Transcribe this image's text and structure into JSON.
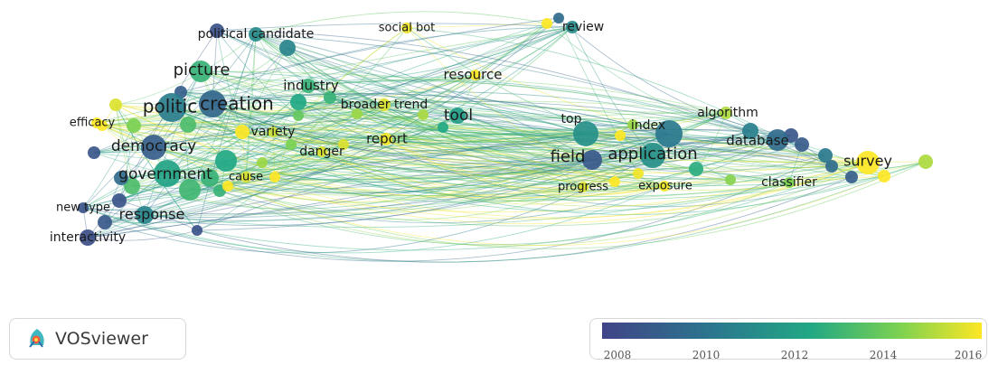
{
  "app": {
    "brand": "VOSviewer"
  },
  "legend": {
    "ticks": [
      "2008",
      "2010",
      "2012",
      "2014",
      "2016"
    ],
    "colors": [
      "#414487",
      "#2a788e",
      "#22a884",
      "#7ad151",
      "#fde725"
    ]
  },
  "network": {
    "nodes": [
      {
        "id": "politic",
        "label": "politic",
        "year": 2010.2
      },
      {
        "id": "creation",
        "label": "creation",
        "year": 2009.3
      },
      {
        "id": "picture",
        "label": "picture",
        "year": 2012.5
      },
      {
        "id": "democracy",
        "label": "democracy",
        "year": 2009.0
      },
      {
        "id": "government",
        "label": "government",
        "year": 2011.8
      },
      {
        "id": "response",
        "label": "response",
        "year": 2010.5
      },
      {
        "id": "political-candidate",
        "label": "political candidate",
        "year": 2010.8
      },
      {
        "id": "social-bot",
        "label": "social bot",
        "year": 2015.8
      },
      {
        "id": "review",
        "label": "review",
        "year": 2010.8
      },
      {
        "id": "resource",
        "label": "resource",
        "year": 2016.0
      },
      {
        "id": "industry",
        "label": "industry",
        "year": 2012.5
      },
      {
        "id": "broader-trend",
        "label": "broader trend",
        "year": 2015.5
      },
      {
        "id": "tool",
        "label": "tool",
        "year": 2011.5
      },
      {
        "id": "efficacy",
        "label": "efficacy",
        "year": 2016.0
      },
      {
        "id": "variety",
        "label": "variety",
        "year": 2015.2
      },
      {
        "id": "danger",
        "label": "danger",
        "year": 2015.5
      },
      {
        "id": "report",
        "label": "report",
        "year": 2015.8
      },
      {
        "id": "cause",
        "label": "cause",
        "year": 2015.5
      },
      {
        "id": "new-type",
        "label": "new type",
        "year": 2008.6
      },
      {
        "id": "interactivity",
        "label": "interactivity",
        "year": 2008.4
      },
      {
        "id": "top",
        "label": "top",
        "year": 2011.0
      },
      {
        "id": "index",
        "label": "index",
        "year": 2010.0
      },
      {
        "id": "algorithm",
        "label": "algorithm",
        "year": 2014.8
      },
      {
        "id": "database",
        "label": "database",
        "year": 2009.5
      },
      {
        "id": "field",
        "label": "field",
        "year": 2008.8
      },
      {
        "id": "application",
        "label": "application",
        "year": 2011.0
      },
      {
        "id": "survey",
        "label": "survey",
        "year": 2016.2
      },
      {
        "id": "classifier",
        "label": "classifier",
        "year": 2014.0
      },
      {
        "id": "progress",
        "label": "progress",
        "year": 2015.5
      },
      {
        "id": "exposure",
        "label": "exposure",
        "year": 2015.8
      }
    ]
  }
}
